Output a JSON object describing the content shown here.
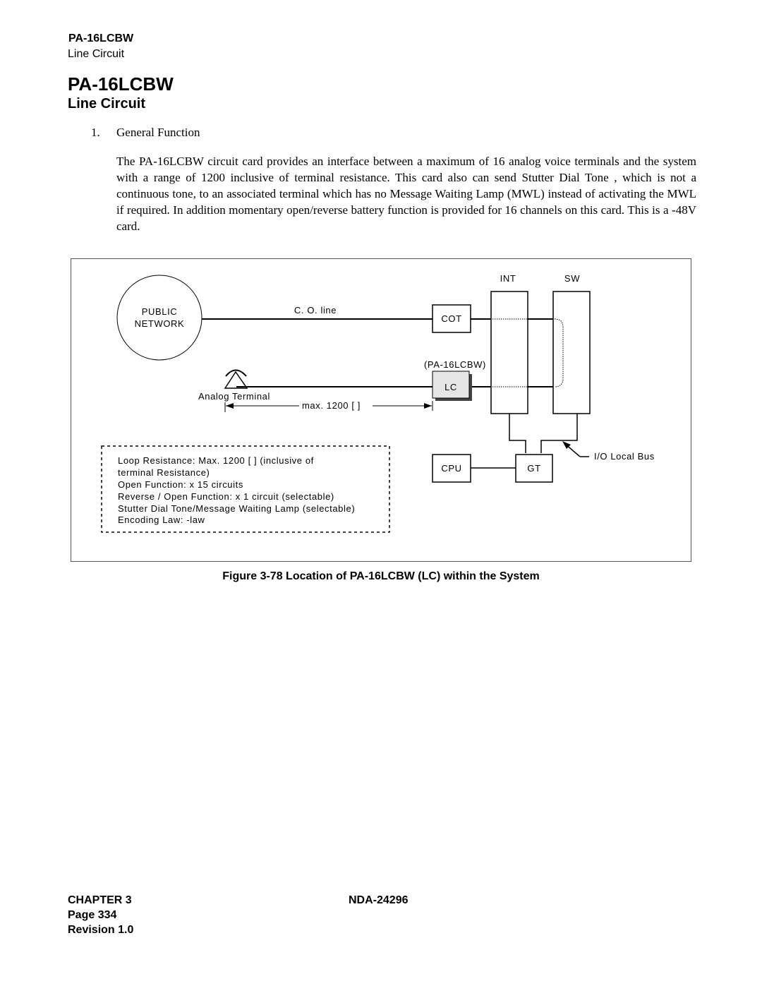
{
  "header": {
    "title": "PA-16LCBW",
    "subtitle": "Line Circuit"
  },
  "page_title": "PA-16LCBW",
  "page_subtitle": "Line Circuit",
  "section": {
    "number": "1.",
    "title": "General Function"
  },
  "paragraph": "The PA-16LCBW circuit card provides an interface between a maximum of 16 analog voice terminals and the system with a range of 1200  inclusive of terminal resistance. This card also can send  Stutter Dial Tone , which is not a continuous tone, to an associated terminal which has no Message Waiting Lamp (MWL) instead of activating the MWL if required. In addition momentary open/reverse battery function is provided for 16 channels on this card. This is a -48V card.",
  "figure": {
    "public_network": [
      "PUBLIC",
      "NETWORK"
    ],
    "co_line": "C. O. line",
    "int_label": "INT",
    "sw_label": "SW",
    "cot_label": "COT",
    "card_label": "(PA-16LCBW)",
    "lc_label": "LC",
    "analog_terminal": "Analog Terminal",
    "max_label": "max. 1200 [   ]",
    "cpu_label": "CPU",
    "gt_label": "GT",
    "io_bus": "I/O Local Bus",
    "notes": [
      "Loop Resistance: Max. 1200 [   ] (inclusive of",
      "terminal Resistance)",
      "Open Function: x 15 circuits",
      "Reverse / Open Function: x 1 circuit (selectable)",
      "Stutter Dial Tone/Message Waiting Lamp (selectable)",
      "Encoding Law:   -law"
    ]
  },
  "caption": "Figure 3-78   Location of PA-16LCBW (LC) within the System",
  "footer": {
    "chapter": "CHAPTER 3",
    "doc": "NDA-24296",
    "page": "Page 334",
    "revision": "Revision 1.0"
  }
}
